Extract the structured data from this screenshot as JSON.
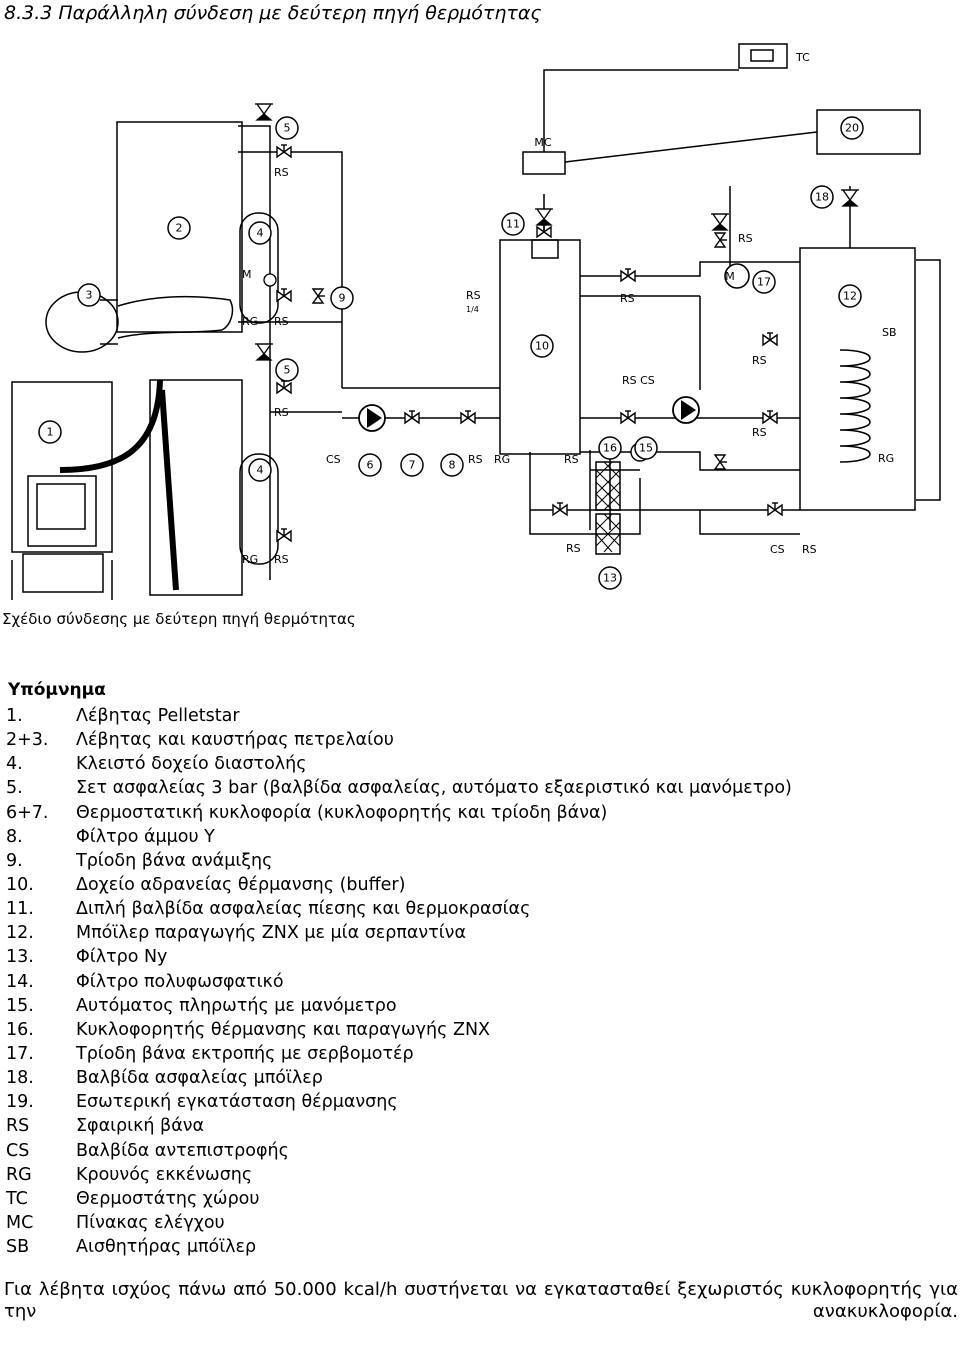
{
  "section": {
    "heading": "8.3.3  Παράλληλη σύνδεση με δεύτερη πηγή θερμότητας"
  },
  "diagram": {
    "labels": {
      "tc": "TC",
      "mc": "MC",
      "sb": "SB",
      "m": "M",
      "m2": "M",
      "rs": "RS",
      "rg": "RG",
      "cs": "CS",
      "rs_top_left": "RS",
      "rs_mid_left": "RS",
      "rs_lower_left": "RS",
      "rs_bottom_left": "RS",
      "rg_mid_left": "RG",
      "rg_bottom_left": "RG",
      "rs_buffer": "RS",
      "rs_buffer_sub": "1/4",
      "rs_right1": "RS",
      "rs_right2": "RS",
      "rs_right3": "RS",
      "rs_right4": "RS",
      "rs_cs_mid": "RS  CS",
      "cs_left": "CS",
      "rs_bottom": "RS",
      "rg_bottom": "RG",
      "rs_bottom2": "RS",
      "rg_right": "RG",
      "cs_bottom": "CS",
      "rs_bottom3": "RS",
      "rs_bottom4": "RS"
    },
    "numbers": [
      "1",
      "2",
      "3",
      "4",
      "4",
      "5",
      "5",
      "6",
      "7",
      "8",
      "9",
      "10",
      "11",
      "12",
      "13",
      "15",
      "16",
      "17",
      "18",
      "20"
    ],
    "caption": "Σχέδιο σύνδεσης με δεύτερη πηγή θερμότητας"
  },
  "legend": {
    "title": "Υπόμνημα",
    "items": [
      {
        "code": "1.",
        "text": "Λέβητας Pelletstar"
      },
      {
        "code": "2+3.",
        "text": "Λέβητας και καυστήρας πετρελαίου"
      },
      {
        "code": "4.",
        "text": "Κλειστό δοχείο διαστολής"
      },
      {
        "code": "5.",
        "text": "Σετ ασφαλείας 3 bar (βαλβίδα ασφαλείας, αυτόματο εξαεριστικό και μανόμετρο)"
      },
      {
        "code": "6+7.",
        "text": "Θερμοστατική κυκλοφορία (κυκλοφορητής και τρίοδη βάνα)"
      },
      {
        "code": "8.",
        "text": "Φίλτρο άμμου Y"
      },
      {
        "code": "9.",
        "text": "Τρίοδη βάνα ανάμιξης"
      },
      {
        "code": "10.",
        "text": "Δοχείο αδρανείας θέρμανσης (buffer)"
      },
      {
        "code": "11.",
        "text": "Διπλή βαλβίδα ασφαλείας πίεσης και θερμοκρασίας"
      },
      {
        "code": "12.",
        "text": "Μπόϊλερ παραγωγής ZNX με μία σερπαντίνα"
      },
      {
        "code": "13.",
        "text": "Φίλτρο Ny"
      },
      {
        "code": "14.",
        "text": "Φίλτρο πολυφωσφατικό"
      },
      {
        "code": "15.",
        "text": "Αυτόματος πληρωτής με μανόμετρο"
      },
      {
        "code": "16.",
        "text": "Κυκλοφορητής θέρμανσης και παραγωγής ZNX"
      },
      {
        "code": "17.",
        "text": "Τρίοδη βάνα εκτροπής με σερβομοτέρ"
      },
      {
        "code": "18.",
        "text": "Βαλβίδα ασφαλείας μπόϊλερ"
      },
      {
        "code": "19.",
        "text": "Εσωτερική εγκατάσταση θέρμανσης"
      },
      {
        "code": "RS",
        "text": "Σφαιρική βάνα"
      },
      {
        "code": "CS",
        "text": "Βαλβίδα αντεπιστροφής"
      },
      {
        "code": "RG",
        "text": "Κρουνός εκκένωσης"
      },
      {
        "code": "TC",
        "text": "Θερμοστάτης χώρου"
      },
      {
        "code": "MC",
        "text": "Πίνακας ελέγχου"
      },
      {
        "code": "SB",
        "text": "Αισθητήρας μπόϊλερ"
      }
    ]
  },
  "note": "Για λέβητα ισχύος πάνω από 50.000 kcal/h συστήνεται να εγκατασταθεί ξεχωριστός κυκλοφορητής για την ανακυκλοφορία."
}
